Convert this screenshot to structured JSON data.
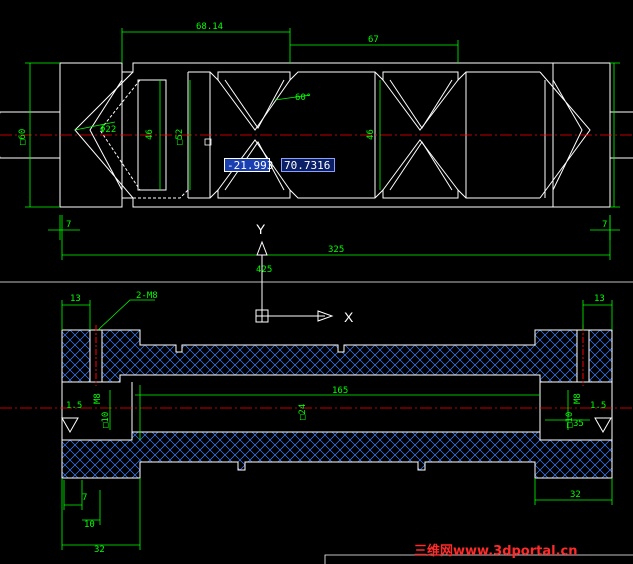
{
  "drawing": {
    "top_view": {
      "dims": {
        "d_6814": "68.14",
        "d_67": "67",
        "d_325": "325",
        "d_425": "425",
        "d_7_left": "7",
        "d_7_right": "7",
        "d_phi22": "Φ22",
        "d_46_left": "46",
        "d_52": "□52",
        "d_46_right": "46",
        "d_60": "□60",
        "d_angle": "60°"
      }
    },
    "section_view": {
      "dims": {
        "d_13_left": "13",
        "d_13_right": "13",
        "d_2m8": "2-M8",
        "d_165": "165",
        "d_24": "□24",
        "d_10_left": "□10",
        "d_10_right": "□10",
        "d_1_5_left": "1.5",
        "d_1_5_right": "1.5",
        "d_m8_left": "M8",
        "d_m8_right": "M8",
        "d_35": "35",
        "d_7": "7",
        "d_10": "10",
        "d_32_left": "32",
        "d_32_right": "32"
      }
    },
    "ucs": {
      "y_label": "Y",
      "x_label": "X"
    },
    "coords": {
      "x": "-21.993",
      "y": "70.7316"
    }
  },
  "watermark": {
    "cn": "三维网",
    "en": "www.3dportal.cn"
  },
  "colors": {
    "outline": "#ffffff",
    "dimension": "#00ff00",
    "center_line": "#ff0000",
    "hatch": "#3f7fff",
    "coord_box": "#1a3fb0"
  }
}
